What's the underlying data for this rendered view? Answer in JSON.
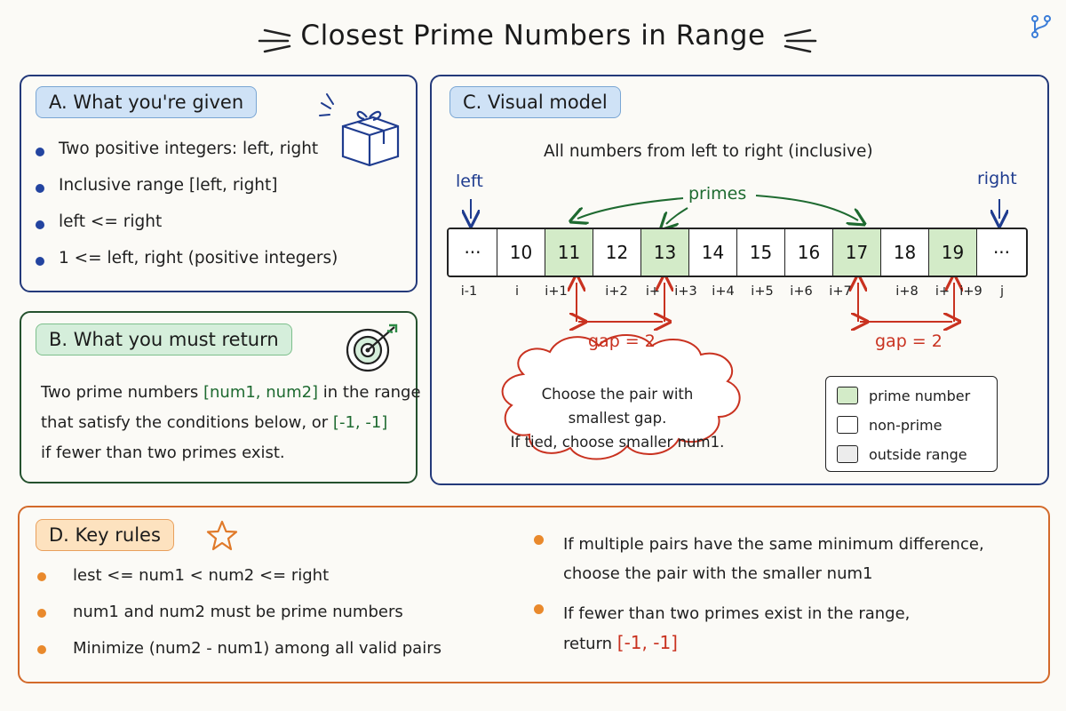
{
  "title": "Closest Prime Numbers in Range",
  "panel_a": {
    "heading": "A. What you're given",
    "bullets": [
      "Two positive integers: left, right",
      "Inclusive range [left, right]",
      "left <= right",
      "1 <= left, right (positive integers)"
    ]
  },
  "panel_b": {
    "heading": "B. What you must return",
    "line1_pre": "Two prime numbers ",
    "line1_code": "[num1, num2]",
    "line1_post": " in the range",
    "line2_pre": "that satisfy the conditions below, or ",
    "line2_code": "[-1, -1]",
    "line3": "if fewer than two primes exist."
  },
  "panel_c": {
    "heading": "C. Visual model",
    "subtitle": "All numbers from left to right (inclusive)",
    "left_label": "left",
    "right_label": "right",
    "primes_label": "primes",
    "cells": [
      {
        "value": "···",
        "type": "outside",
        "index": "i-1"
      },
      {
        "value": "10",
        "type": "nonprime",
        "index": "i"
      },
      {
        "value": "11",
        "type": "prime",
        "index": "i+1"
      },
      {
        "value": "12",
        "type": "nonprime",
        "index": "i+2"
      },
      {
        "value": "13",
        "type": "prime",
        "index": "i+"
      },
      {
        "value": "14",
        "type": "nonprime",
        "index": "i+4"
      },
      {
        "value": "15",
        "type": "nonprime",
        "index": "i+5"
      },
      {
        "value": "16",
        "type": "nonprime",
        "index": "i+6"
      },
      {
        "value": "17",
        "type": "prime",
        "index": "i+7"
      },
      {
        "value": "18",
        "type": "nonprime",
        "index": "i+8"
      },
      {
        "value": "19",
        "type": "prime",
        "index": "i+"
      },
      {
        "value": "···",
        "type": "outside",
        "index": "j"
      }
    ],
    "extra_indices": [
      "i+3",
      "i+9"
    ],
    "gap_labels": [
      "gap = 2",
      "gap = 2"
    ],
    "cloud_lines": [
      "Choose the pair with",
      "smallest gap.",
      "If tied, choose smaller num1."
    ],
    "legend": [
      {
        "label": "prime number",
        "color": "#d3ebc8"
      },
      {
        "label": "non-prime",
        "color": "#ffffff"
      },
      {
        "label": "outside range",
        "color": "#ececec"
      }
    ]
  },
  "panel_d": {
    "heading": "D. Key rules",
    "left_bullets": [
      "lest <= num1 < num2 <= right",
      "num1 and num2 must be prime numbers",
      "Minimize (num2 - num1) among all valid pairs"
    ],
    "right_1_line1": "If multiple pairs have the same minimum difference,",
    "right_1_line2": "choose the pair with the smaller num1",
    "right_2_line1": "If fewer than two primes exist in the range,",
    "right_2_pre": "return ",
    "right_2_code": "[-1, -1]"
  },
  "icons": [
    "title-dash-icon",
    "git-branch-icon",
    "gift-icon",
    "target-icon",
    "star-icon"
  ],
  "colors": {
    "blue_panel": "#23397a",
    "green_panel": "#25512e",
    "orange_panel": "#d36a2b",
    "prime_fill": "#d3ebc8",
    "gap_red": "#c93220"
  }
}
